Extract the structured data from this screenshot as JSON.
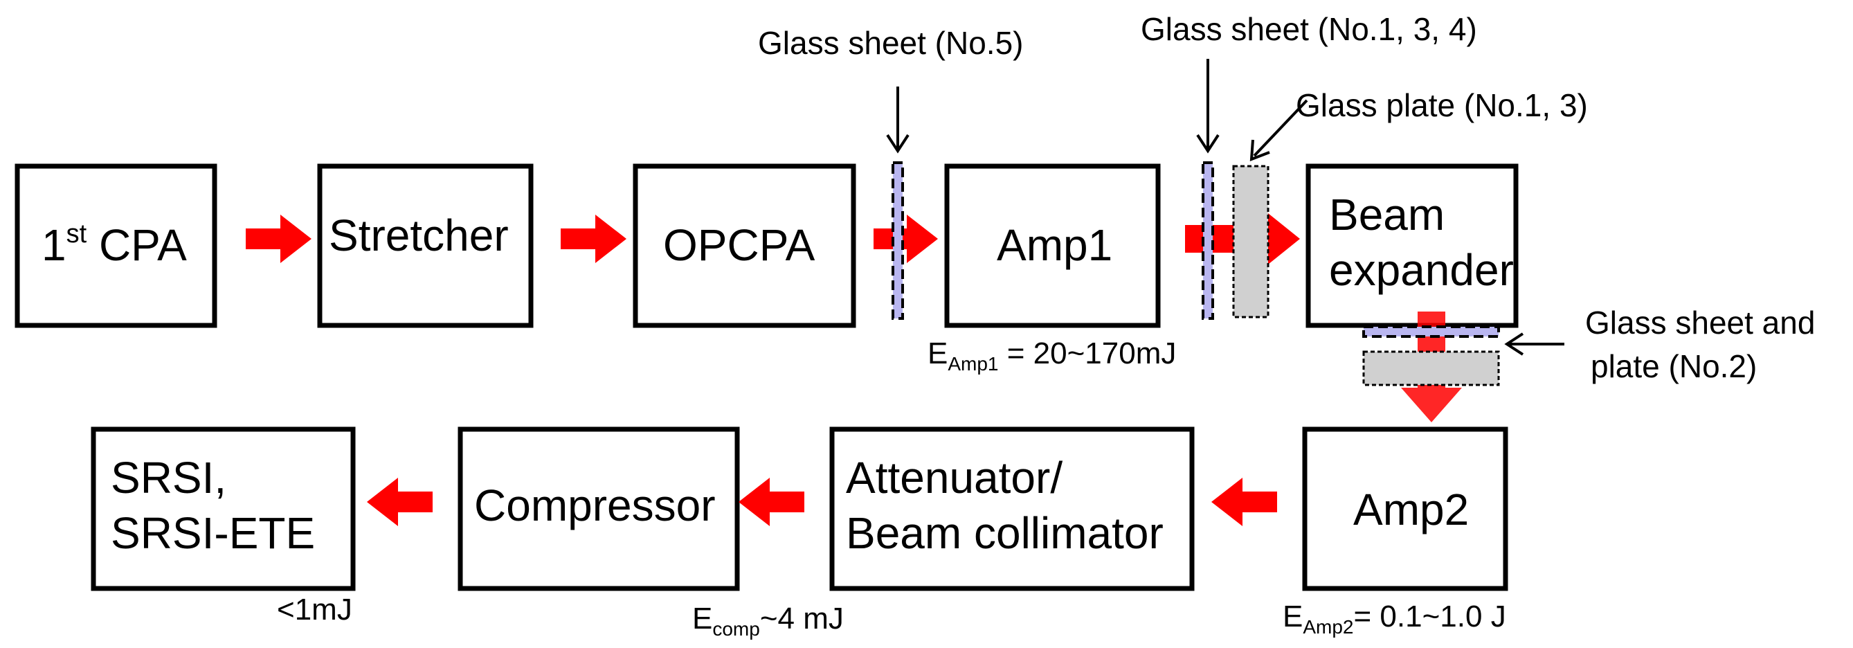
{
  "boxes": {
    "cpa1": {
      "main": "1",
      "sup": "st",
      "rest": " CPA"
    },
    "stretcher": "Stretcher",
    "opcpa": "OPCPA",
    "amp1": "Amp1",
    "beam_expander": [
      "Beam",
      "expander"
    ],
    "amp2": "Amp2",
    "attenuator": [
      "Attenuator/",
      "Beam  collimator"
    ],
    "compressor": "Compressor",
    "srsi": [
      "SRSI,",
      "SRSI-ETE"
    ]
  },
  "annotations": {
    "glass_sheet_no5": "Glass sheet (No.5)",
    "glass_sheet_no134": "Glass sheet (No.1, 3, 4)",
    "glass_plate_no13": "Glass plate (No.1, 3)",
    "glass_sheet_plate_no2": [
      "Glass sheet and",
      "plate (No.2)"
    ]
  },
  "energies": {
    "amp1": {
      "symbol": "E",
      "sub": "Amp1",
      "value": "  = 20~170mJ"
    },
    "amp2": {
      "symbol": "E",
      "sub": "Amp2",
      "value": "=  0.1~1.0 J"
    },
    "comp": {
      "symbol": "E",
      "sub": "comp",
      "value": "~4 mJ"
    },
    "srsi": "<1mJ"
  },
  "colors": {
    "beam": "#ff0000",
    "glass_sheet": "#b9b6f0",
    "glass_plate": "#d0d0d0",
    "box_border": "#000000"
  }
}
